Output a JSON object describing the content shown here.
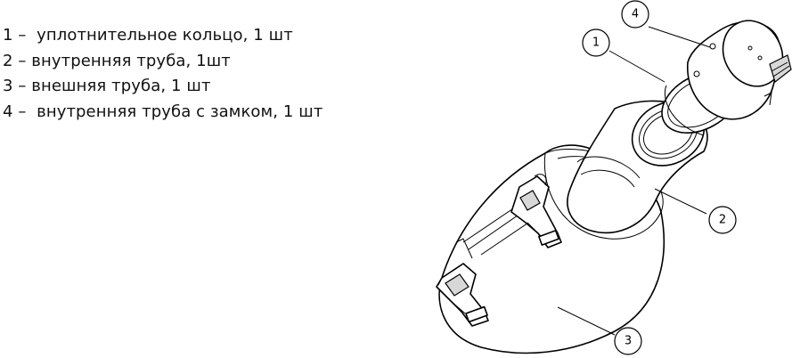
{
  "legend": {
    "items": [
      "1 –  уплотнительное кольцо, 1 шт",
      "2 – внутренняя труба, 1шт",
      "3 – внешняя труба, 1 шт",
      "4 –  внутренняя труба с замком, 1 шт"
    ]
  },
  "callouts": {
    "c1": "1",
    "c2": "2",
    "c3": "3",
    "c4": "4"
  }
}
